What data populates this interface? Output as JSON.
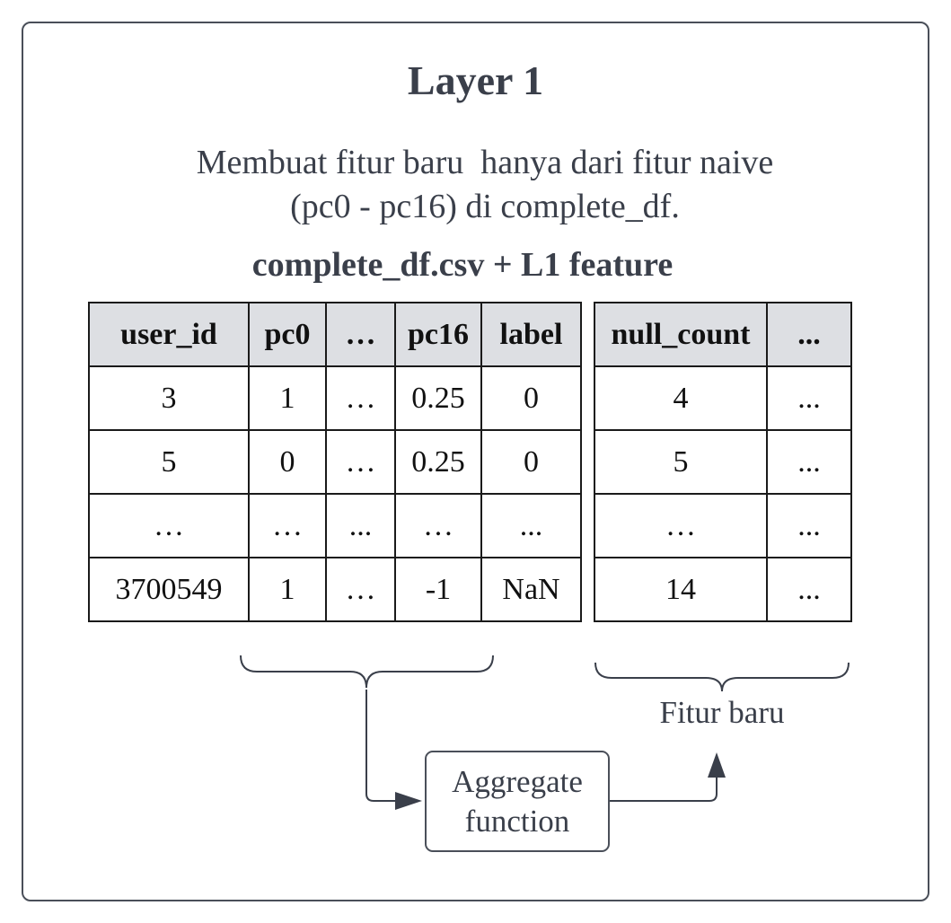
{
  "title": "Layer 1",
  "description": {
    "line1": "Membuat fitur baru  hanya dari fitur naive",
    "line2": "(pc0 - pc16) di complete_df."
  },
  "subtitle": "complete_df.csv + L1 feature",
  "main_table": {
    "headers": [
      "user_id",
      "pc0",
      "…",
      "pc16",
      "label"
    ],
    "rows": [
      [
        "3",
        "1",
        "…",
        "0.25",
        "0"
      ],
      [
        "5",
        "0",
        "…",
        "0.25",
        "0"
      ],
      [
        "…",
        "…",
        "...",
        "…",
        "..."
      ],
      [
        "3700549",
        "1",
        "…",
        "-1",
        "NaN"
      ]
    ]
  },
  "new_table": {
    "headers": [
      "null_count",
      "..."
    ],
    "rows": [
      [
        "4",
        "..."
      ],
      [
        "5",
        "..."
      ],
      [
        "…",
        "..."
      ],
      [
        "14",
        "..."
      ]
    ]
  },
  "aggregate_box": {
    "line1": "Aggregate",
    "line2": "function"
  },
  "new_features_label": "Fitur baru",
  "colors": {
    "text": "#3a3f4a",
    "header_fill": "#dddfe3",
    "border": "#1a1a1a"
  }
}
